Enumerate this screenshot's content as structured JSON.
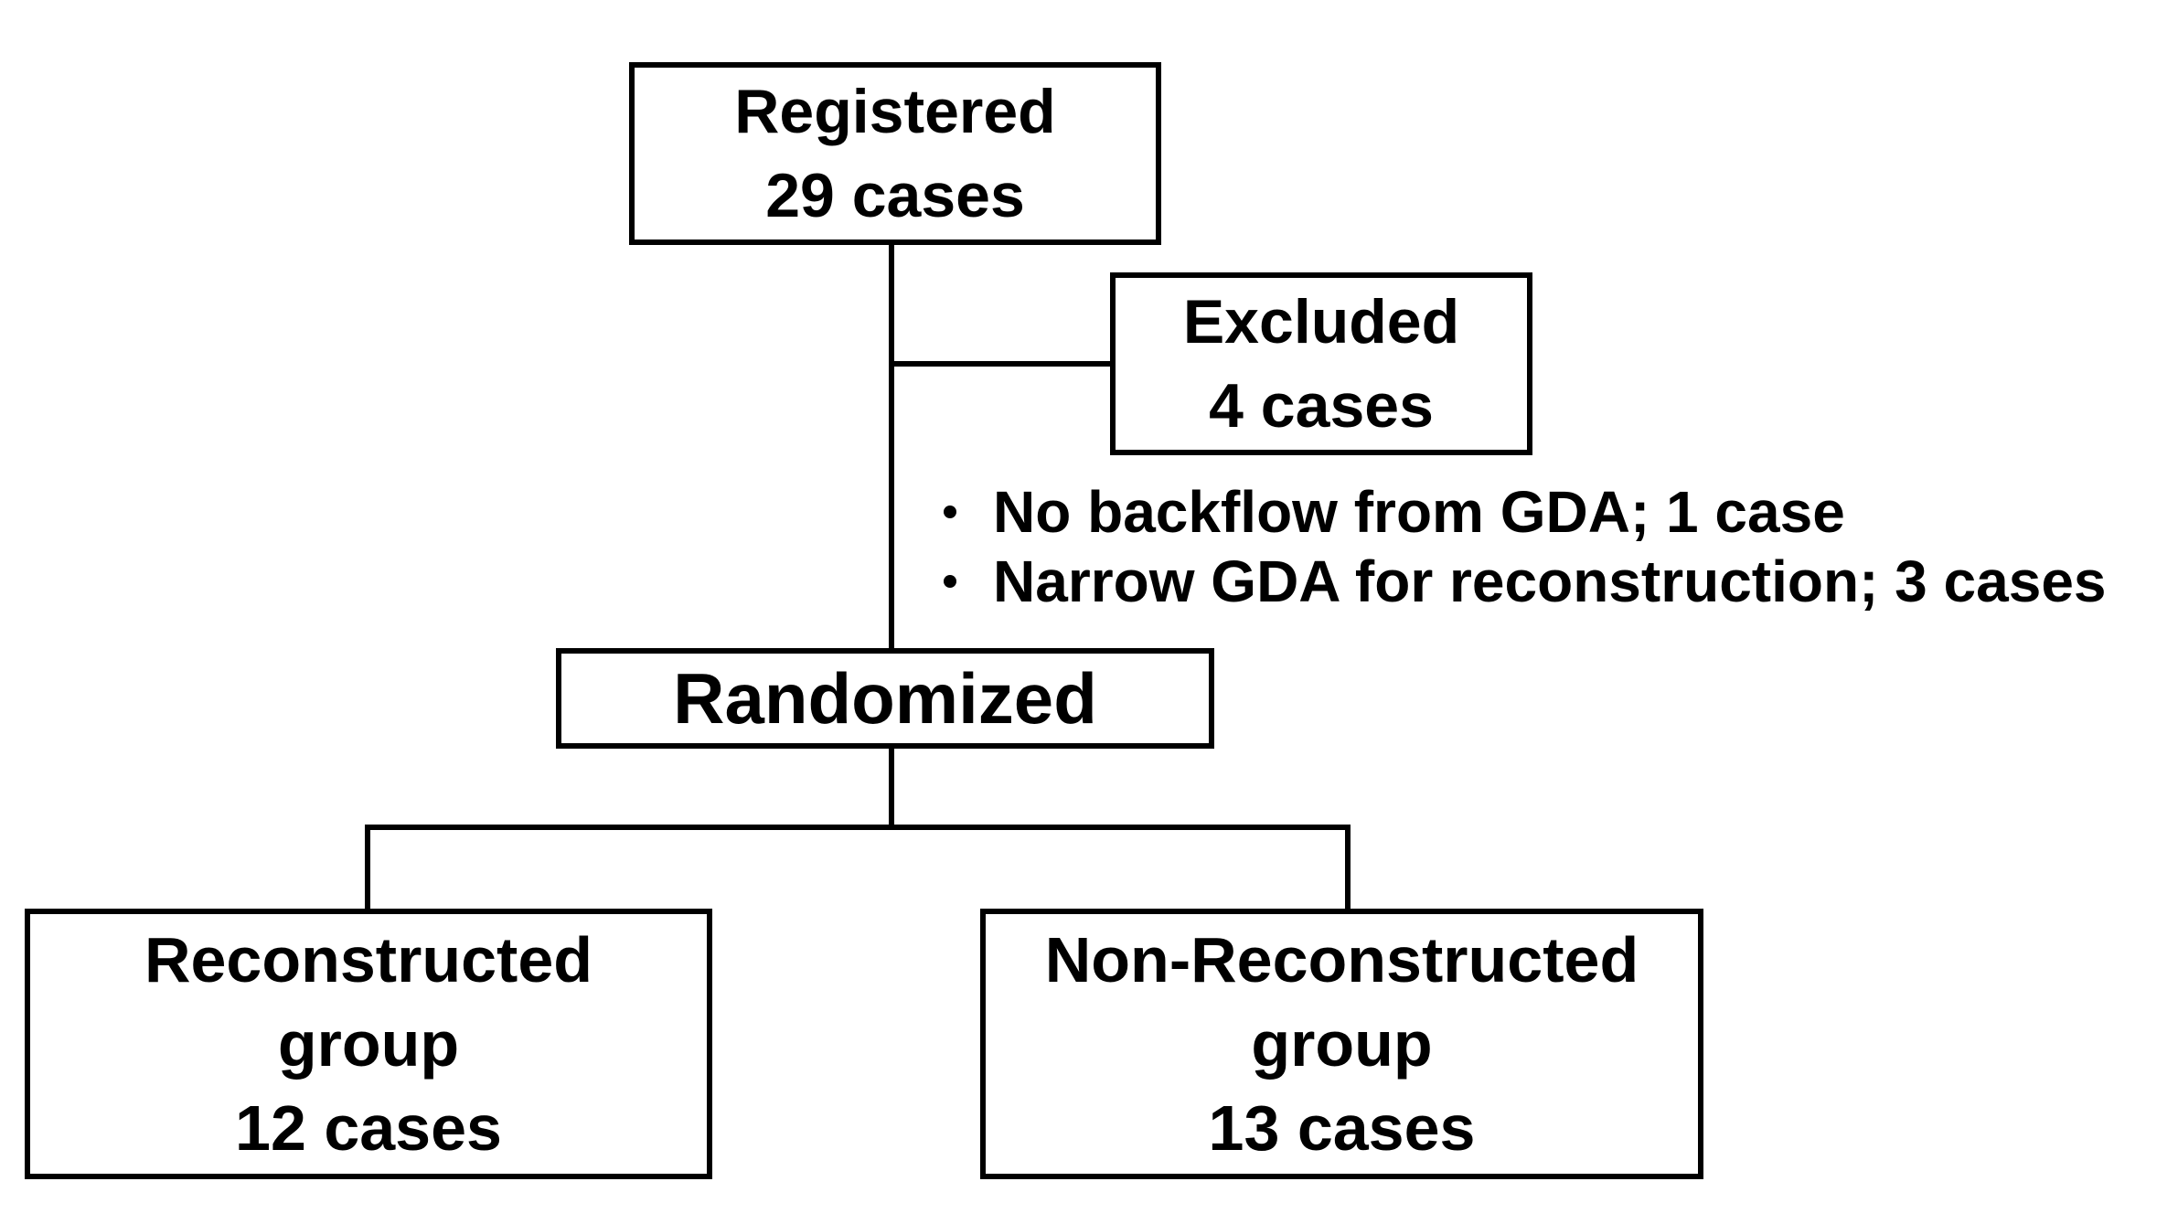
{
  "figure": {
    "background_color": "#ffffff",
    "line_color": "#000000",
    "nodes": {
      "registered": {
        "lines": [
          "Registered",
          "29 cases"
        ]
      },
      "excluded": {
        "lines": [
          "Excluded",
          "4 cases"
        ]
      },
      "randomized": {
        "lines": [
          "Randomized"
        ]
      },
      "reconstructed": {
        "lines": [
          "Reconstructed",
          "group",
          "12 cases"
        ]
      },
      "non_reconstructed": {
        "lines": [
          "Non-Reconstructed",
          "group",
          "13 cases"
        ]
      }
    },
    "exclusion_reasons": [
      "No backflow from GDA; 1 case",
      "Narrow GDA for reconstruction; 3 cases"
    ]
  }
}
